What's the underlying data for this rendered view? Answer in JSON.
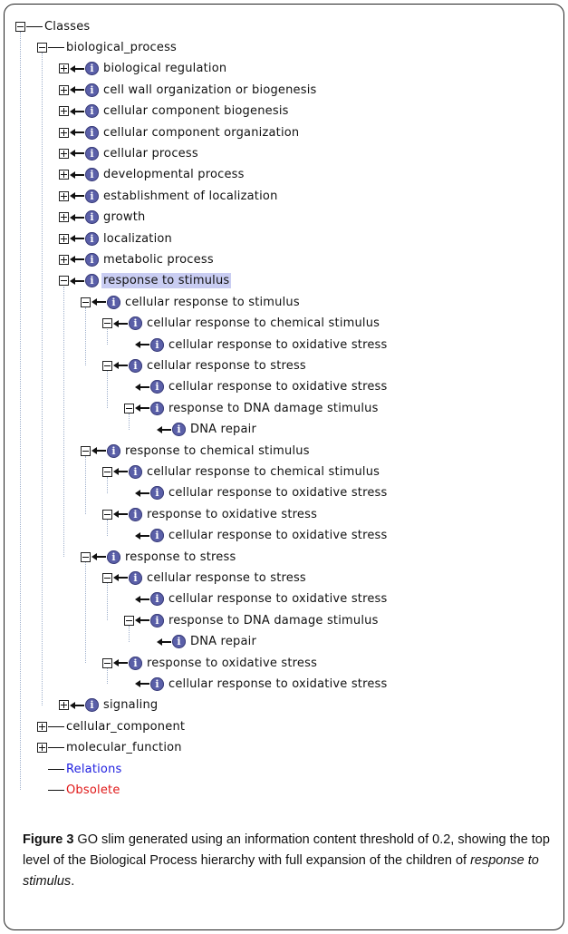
{
  "tree": {
    "nodes": [
      {
        "label": "Classes",
        "depth": 0,
        "expander": "minus",
        "icon": false
      },
      {
        "label": "biological_process",
        "depth": 1,
        "expander": "minus",
        "icon": false
      },
      {
        "label": "biological regulation",
        "depth": 2,
        "expander": "plus",
        "icon": true
      },
      {
        "label": "cell wall organization or biogenesis",
        "depth": 2,
        "expander": "plus",
        "icon": true
      },
      {
        "label": "cellular component biogenesis",
        "depth": 2,
        "expander": "plus",
        "icon": true
      },
      {
        "label": "cellular component organization",
        "depth": 2,
        "expander": "plus",
        "icon": true
      },
      {
        "label": "cellular process",
        "depth": 2,
        "expander": "plus",
        "icon": true
      },
      {
        "label": "developmental process",
        "depth": 2,
        "expander": "plus",
        "icon": true
      },
      {
        "label": "establishment of localization",
        "depth": 2,
        "expander": "plus",
        "icon": true
      },
      {
        "label": "growth",
        "depth": 2,
        "expander": "plus",
        "icon": true
      },
      {
        "label": "localization",
        "depth": 2,
        "expander": "plus",
        "icon": true
      },
      {
        "label": "metabolic process",
        "depth": 2,
        "expander": "plus",
        "icon": true
      },
      {
        "label": "response to stimulus",
        "depth": 2,
        "expander": "minus",
        "icon": true,
        "selected": true
      },
      {
        "label": "cellular response to stimulus",
        "depth": 3,
        "expander": "minus",
        "icon": true
      },
      {
        "label": "cellular response to chemical stimulus",
        "depth": 4,
        "expander": "minus",
        "icon": true
      },
      {
        "label": "cellular response to oxidative stress",
        "depth": 5,
        "expander": "none",
        "icon": true
      },
      {
        "label": "cellular response to stress",
        "depth": 4,
        "expander": "minus",
        "icon": true
      },
      {
        "label": "cellular response to oxidative stress",
        "depth": 5,
        "expander": "none",
        "icon": true
      },
      {
        "label": "response to DNA damage stimulus",
        "depth": 5,
        "expander": "minus",
        "icon": true
      },
      {
        "label": "DNA repair",
        "depth": 6,
        "expander": "none",
        "icon": true
      },
      {
        "label": "response to chemical stimulus",
        "depth": 3,
        "expander": "minus",
        "icon": true
      },
      {
        "label": "cellular response to chemical stimulus",
        "depth": 4,
        "expander": "minus",
        "icon": true
      },
      {
        "label": "cellular response to oxidative stress",
        "depth": 5,
        "expander": "none",
        "icon": true
      },
      {
        "label": "response to oxidative stress",
        "depth": 4,
        "expander": "minus",
        "icon": true
      },
      {
        "label": "cellular response to oxidative stress",
        "depth": 5,
        "expander": "none",
        "icon": true
      },
      {
        "label": "response to stress",
        "depth": 3,
        "expander": "minus",
        "icon": true
      },
      {
        "label": "cellular response to stress",
        "depth": 4,
        "expander": "minus",
        "icon": true
      },
      {
        "label": "cellular response to oxidative stress",
        "depth": 5,
        "expander": "none",
        "icon": true
      },
      {
        "label": "response to DNA damage stimulus",
        "depth": 5,
        "expander": "minus",
        "icon": true
      },
      {
        "label": "DNA repair",
        "depth": 6,
        "expander": "none",
        "icon": true
      },
      {
        "label": "response to oxidative stress",
        "depth": 4,
        "expander": "minus",
        "icon": true
      },
      {
        "label": "cellular response to oxidative stress",
        "depth": 5,
        "expander": "none",
        "icon": true
      },
      {
        "label": "signaling",
        "depth": 2,
        "expander": "plus",
        "icon": true
      },
      {
        "label": "cellular_component",
        "depth": 1,
        "expander": "plus",
        "icon": false
      },
      {
        "label": "molecular_function",
        "depth": 1,
        "expander": "plus",
        "icon": false
      },
      {
        "label": "Relations",
        "depth": 1,
        "expander": "none",
        "icon": false,
        "color": "blue"
      },
      {
        "label": "Obsolete",
        "depth": 1,
        "expander": "none",
        "icon": false,
        "color": "red"
      }
    ]
  },
  "caption": {
    "figure_label": "Figure 3",
    "text": " GO slim generated using an information content threshold of 0.2, showing the top level of the Biological Process hierarchy with full expansion of the children of ",
    "emphasis": "response to stimulus",
    "end": "."
  }
}
